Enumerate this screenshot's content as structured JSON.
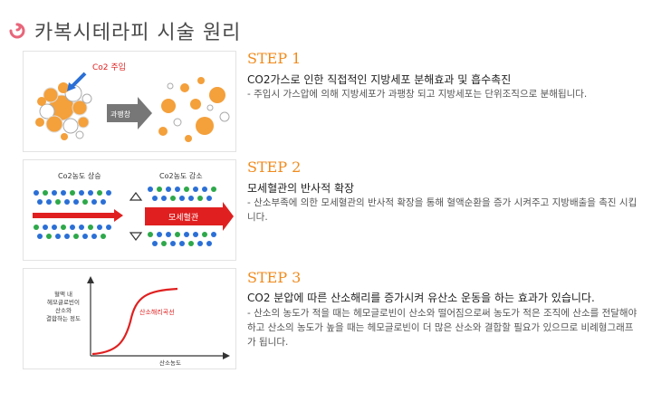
{
  "page": {
    "title": "카복시테라피 시술 원리"
  },
  "colors": {
    "accent": "#f08a1c",
    "swirl": "#e8667a",
    "red": "#e02020",
    "blue_dot": "#2a6fd6",
    "green_dot": "#2da84a"
  },
  "steps": [
    {
      "label": "STEP 1",
      "heading": "CO2가스로 인한 직접적인 지방세포 분해효과 및 흡수촉진",
      "desc": [
        "- 주입시 가스압에 의해 지방세포가 과팽창 되고 지방세포는 단위조직으로 분해됩니다."
      ],
      "panel": {
        "injection_label": "Co2 주입",
        "arrow_label": "과팽창"
      }
    },
    {
      "label": "STEP 2",
      "heading": "모세혈관의 반사적 확장",
      "desc": [
        "- 산소부족에 의한 모세혈관의 반사적 확장을 통해 혈액순환을 증가 시켜주고 지방배출을 촉진 시킵",
        "니다."
      ],
      "panel": {
        "left_label": "Co2농도 상승",
        "right_label": "Co2농도 감소",
        "vessel_label": "모세혈관"
      }
    },
    {
      "label": "STEP 3",
      "heading": "CO2 분압에 따른 산소해리를 증가시켜 유산소 운동을 하는 효과가 있습니다.",
      "desc": [
        "- 산소의 농도가 적을 때는 헤모글로빈이 산소와 떨어짐으로써 농도가 적은 조직에 산소를 전달해야",
        "하고 산소의 농도가 높을 때는 헤모글로빈이 더 많은 산소와 결합할 필요가 있으므로 비례형그래프",
        "가 됩니다."
      ],
      "panel": {
        "y_label": [
          "혈액 내",
          "헤모글로빈이",
          "산소와",
          "결합하는 정도"
        ],
        "x_label": "산소농도",
        "curve_label": "산소해리곡선"
      }
    }
  ]
}
